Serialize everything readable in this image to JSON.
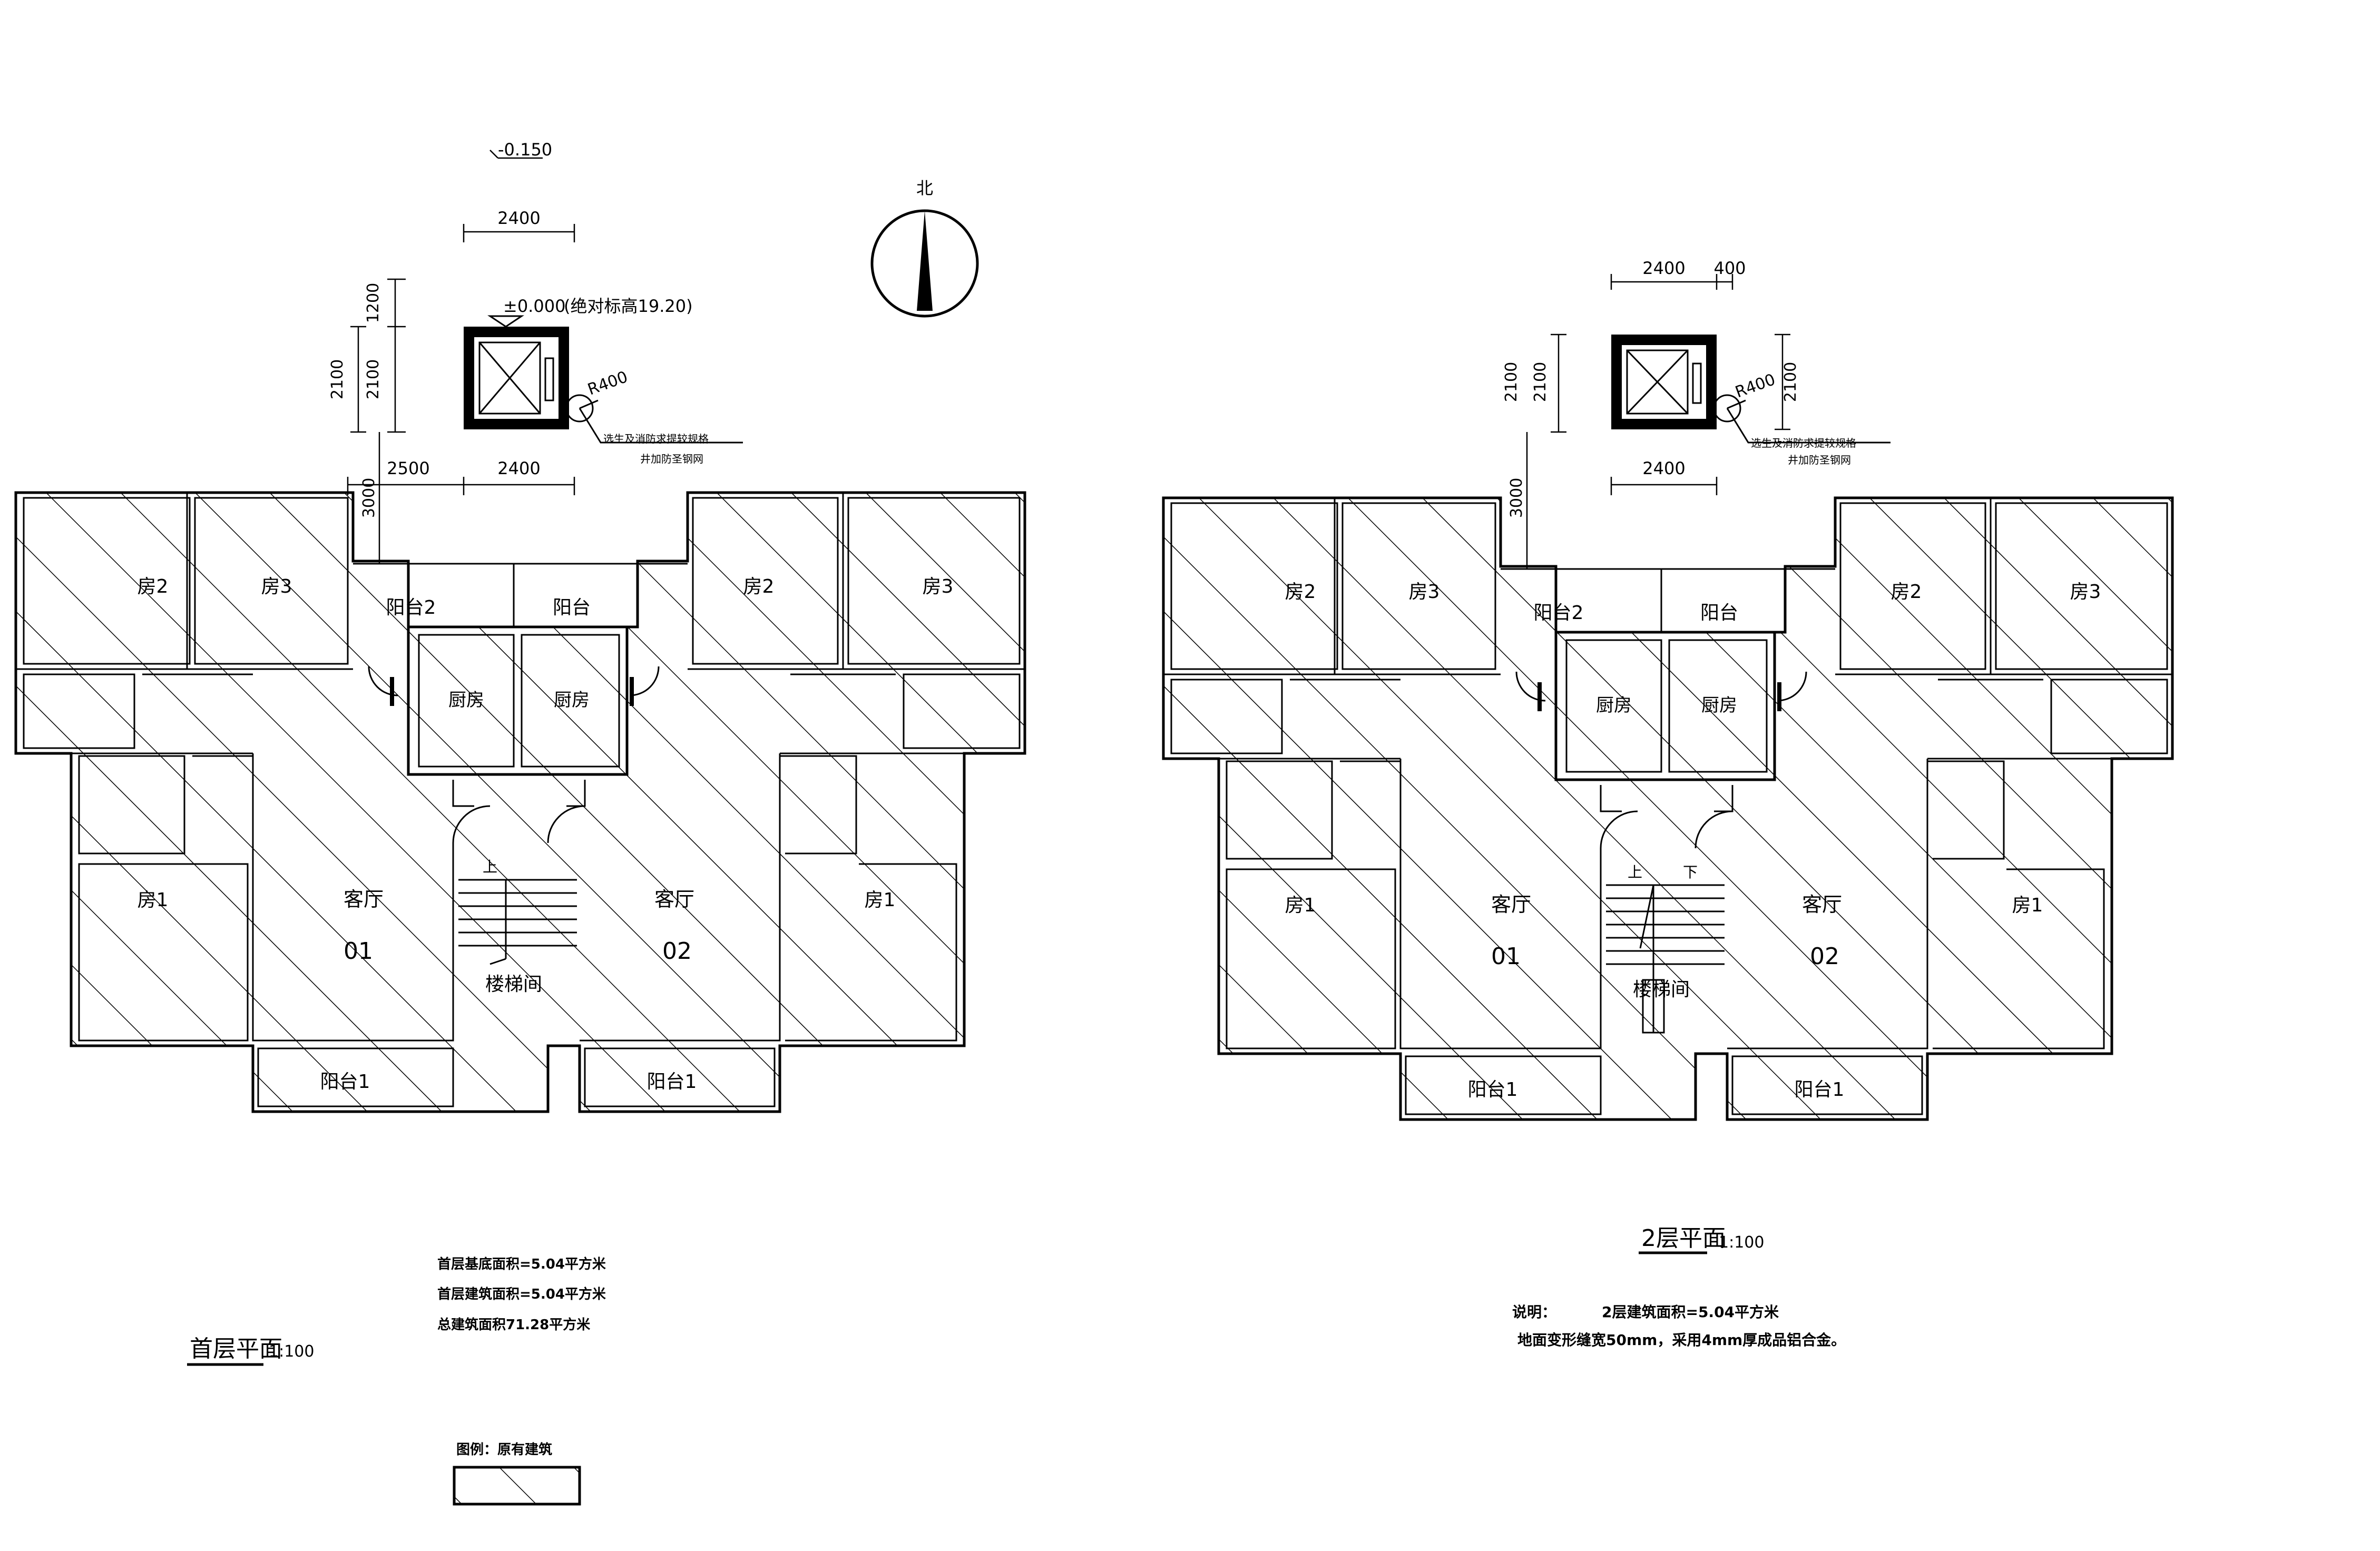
{
  "title_blocks": {
    "floor1": {
      "title": "首层平面",
      "scale": "1:100"
    },
    "floor2": {
      "title": "2层平面",
      "scale": "1:100"
    }
  },
  "elevations": {
    "top": "-0.150",
    "ground": "±0.000",
    "absolute": "(绝对标高19.20)"
  },
  "north_label": "北",
  "dimensions": {
    "shaft_width": "2400",
    "shaft_width_2f_extra": "400",
    "dim_1200": "1200",
    "dim_2100": "2100",
    "dim_2500": "2500",
    "dim_3000": "3000",
    "radius": "R400"
  },
  "shaft_note": {
    "line1": "选生及消防求提较规格",
    "line2": "井加防圣钢网"
  },
  "rooms": {
    "fang1": "房1",
    "fang2": "房2",
    "fang3": "房3",
    "balcony1": "阳台1",
    "balcony2": "阳台2",
    "balcony": "阳台",
    "kitchen": "厨房",
    "living": "客厅",
    "stair": "楼梯间",
    "unit01": "01",
    "unit02": "02",
    "up": "上",
    "down": "下"
  },
  "floor1_notes": [
    "首层基底面积=5.04平方米",
    "首层建筑面积=5.04平方米",
    "总建筑面积71.28平方米"
  ],
  "floor2_notes": {
    "label": "说明：",
    "area": "2层建筑面积=5.04平方米",
    "line2_a": "地面变形缝宽",
    "line2_b": "50mm，采用4mm厚成品铝合金。"
  },
  "legend": {
    "label": "图例：原有建筑"
  }
}
